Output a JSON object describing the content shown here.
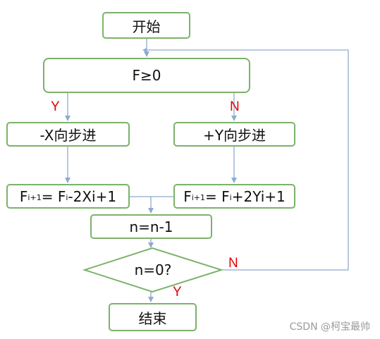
{
  "nodes": {
    "start": "开始",
    "decision_f": "F≥0",
    "step_x": "-X向步进",
    "step_y": "+Y向步进",
    "update_x": {
      "lhs": "F",
      "lhs_sub": "i+1",
      "eq": "= F",
      "rhs_sub": "i",
      "tail": "-2Xi+1"
    },
    "update_y": {
      "lhs": "F",
      "lhs_sub": "i+1",
      "eq": "= F",
      "rhs_sub": "i",
      "tail": "+2Yi+1"
    },
    "decrement": "n=n-1",
    "decision_n": "n=0?",
    "end": "结束"
  },
  "labels": {
    "f_yes": "Y",
    "f_no": "N",
    "n_no": "N",
    "n_yes": "Y"
  },
  "watermark": "CSDN @柯宝最帅",
  "colors": {
    "node_border": "#7cb26a",
    "connector": "#8eaacf",
    "label": "#e00000"
  }
}
